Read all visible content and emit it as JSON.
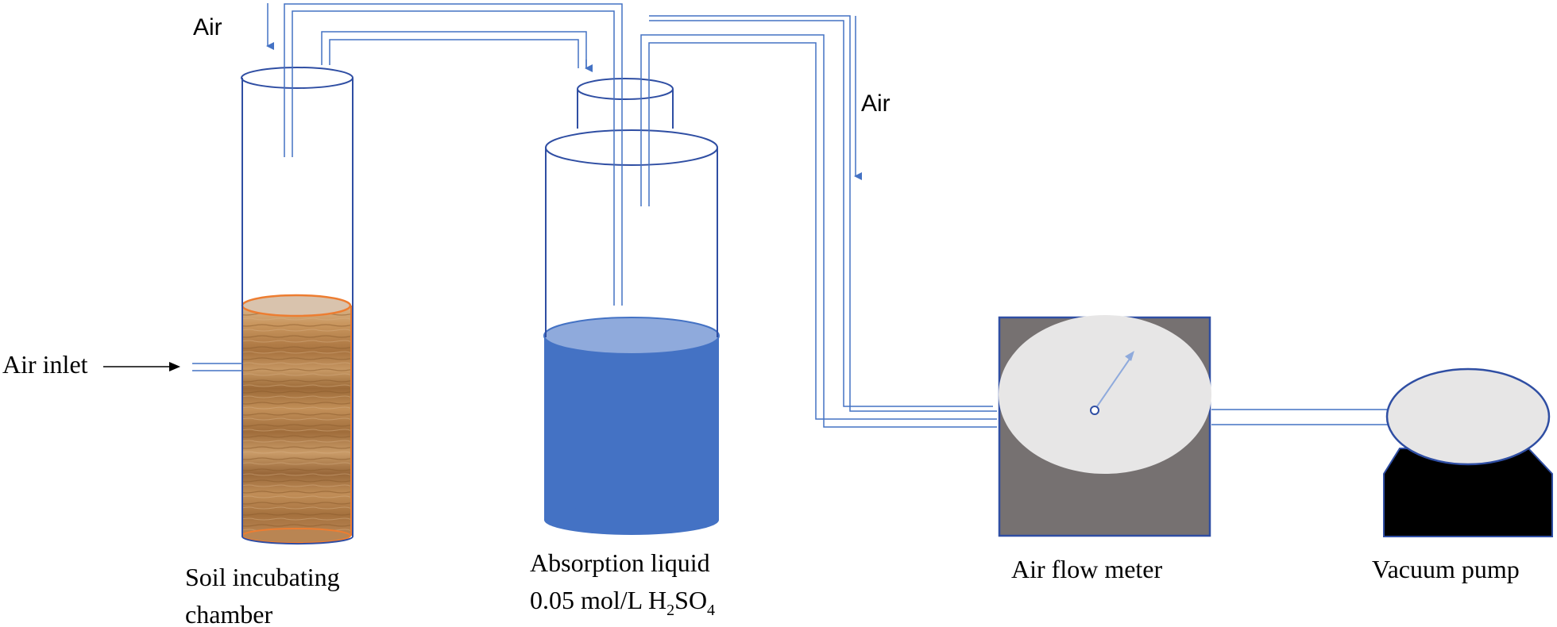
{
  "labels": {
    "air_top_left": "Air",
    "air_right": "Air",
    "air_inlet": "Air inlet",
    "soil_chamber_line1": "Soil incubating",
    "soil_chamber_line2": "chamber",
    "absorption_line1": "Absorption liquid",
    "absorption_line2_prefix": "0.05 mol/L H",
    "absorption_sub1": "2",
    "absorption_mid": "SO",
    "absorption_sub2": "4",
    "flow_meter": "Air flow meter",
    "vacuum_pump": "Vacuum pump"
  },
  "colors": {
    "outline": "#2f4ea3",
    "tube": "#4472c4",
    "liquid": "#4472c4",
    "liquid_top": "#8faadc",
    "soil_border": "#ed7d31",
    "soil": "#b07b45",
    "meter_box": "#767171",
    "dial": "#e7e6e6",
    "pump_base": "#000000"
  },
  "icons": [
    "arrow-down-icon",
    "arrow-right-icon",
    "needle-arrow-icon"
  ]
}
